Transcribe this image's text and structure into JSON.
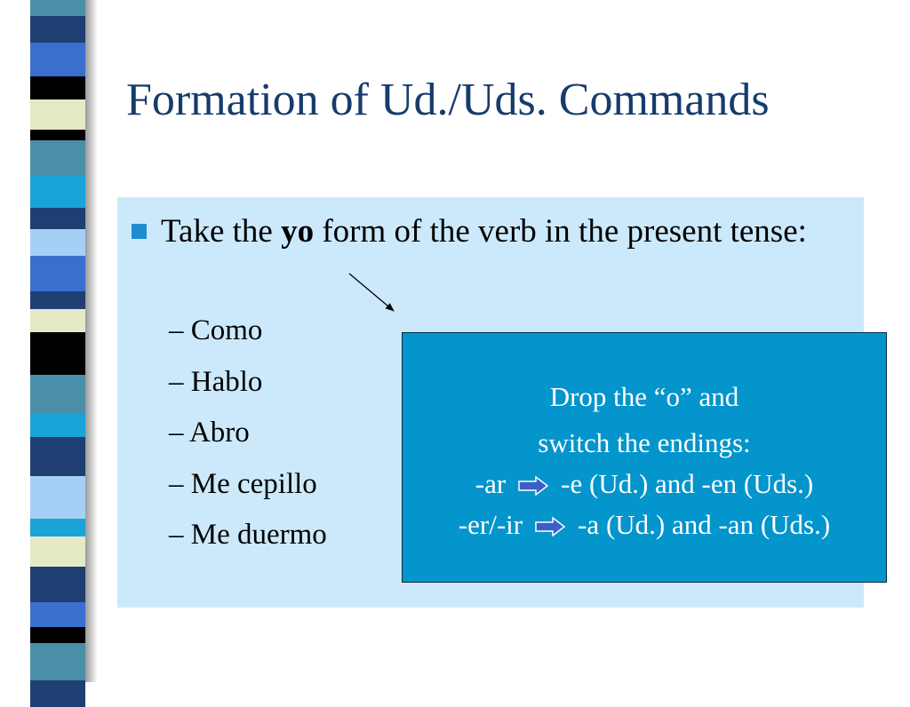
{
  "slide": {
    "title": "Formation of Ud./Uds. Commands",
    "bullet": {
      "text_before": "Take the ",
      "bold": "yo",
      "text_after": " form of the verb in the present tense:"
    },
    "sub_items": [
      "Como",
      "Hablo",
      "Abro",
      "Me cepillo",
      "Me duermo"
    ],
    "sub_prefix": "–",
    "callout": {
      "line1": "Drop the “o” and",
      "line2": "switch the endings:",
      "rule1": {
        "from": "-ar",
        "to": "-e (Ud.) and -en (Uds.)"
      },
      "rule2": {
        "from": "-er/-ir",
        "to": "-a (Ud.) and -an (Uds.)"
      }
    }
  },
  "colors": {
    "title": "#163c6c",
    "panel": "#cce9fb",
    "bullet": "#1e8fce",
    "callout_bg": "#0395cc",
    "arrow_icon": "#3a5fc8"
  },
  "icons": {
    "bullet": "square-bullet-icon",
    "pointer": "diagonal-arrow-icon",
    "rule_arrow": "right-arrow-icon"
  }
}
